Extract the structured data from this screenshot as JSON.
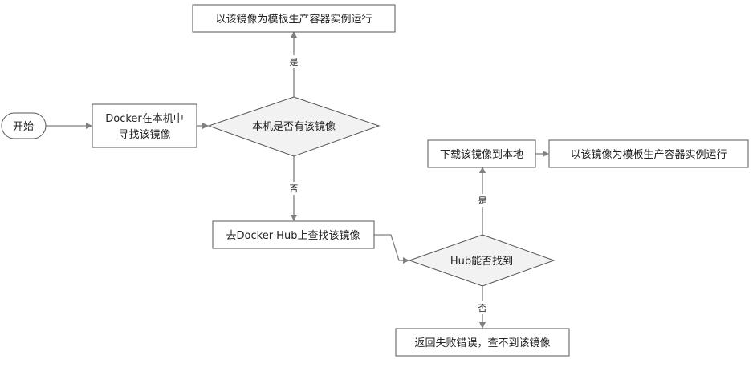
{
  "diagram": {
    "nodes": {
      "start": "开始",
      "search_local": [
        "Docker在本机中",
        "寻找该镜像"
      ],
      "local_has": "本机是否有该镜像",
      "run_local": "以该镜像为模板生产容器实例运行",
      "search_hub": "去Docker Hub上查找该镜像",
      "hub_found": "Hub能否找到",
      "download": "下载该镜像到本地",
      "run_download": "以该镜像为模板生产容器实例运行",
      "error": "返回失败错误，查不到该镜像"
    },
    "edge_labels": {
      "local_yes": "是",
      "local_no": "否",
      "hub_yes": "是",
      "hub_no": "否"
    }
  }
}
